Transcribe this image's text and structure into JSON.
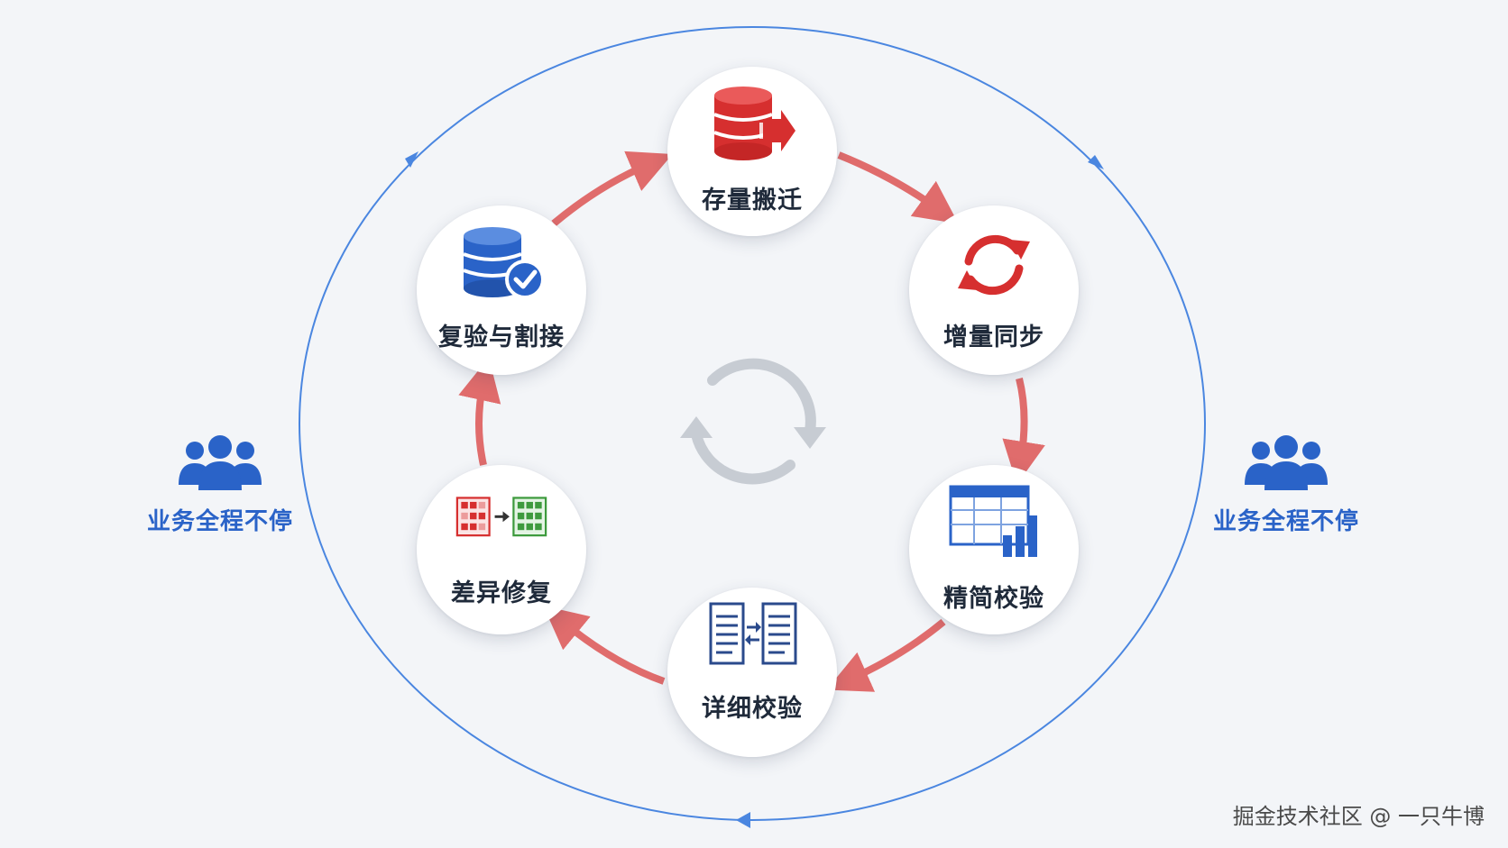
{
  "steps": [
    {
      "label": "存量搬迁",
      "icon": "database-migrate-icon"
    },
    {
      "label": "增量同步",
      "icon": "sync-arrows-icon"
    },
    {
      "label": "精简校验",
      "icon": "table-chart-icon"
    },
    {
      "label": "详细校验",
      "icon": "document-compare-icon"
    },
    {
      "label": "差异修复",
      "icon": "grid-repair-icon"
    },
    {
      "label": "复验与割接",
      "icon": "database-check-icon"
    }
  ],
  "side_left": {
    "label": "业务全程不停",
    "icon": "users-group-icon"
  },
  "side_right": {
    "label": "业务全程不停",
    "icon": "users-group-icon"
  },
  "center_icon": "cycle-icon",
  "watermark": "掘金技术社区 @ 一只牛博",
  "colors": {
    "outer_ring": "#4a86e0",
    "cycle_arrow": "#e06c6c",
    "red": "#d62f2f",
    "blue": "#2a63c8",
    "green": "#3d9a3d",
    "text": "#1f2a3a"
  }
}
